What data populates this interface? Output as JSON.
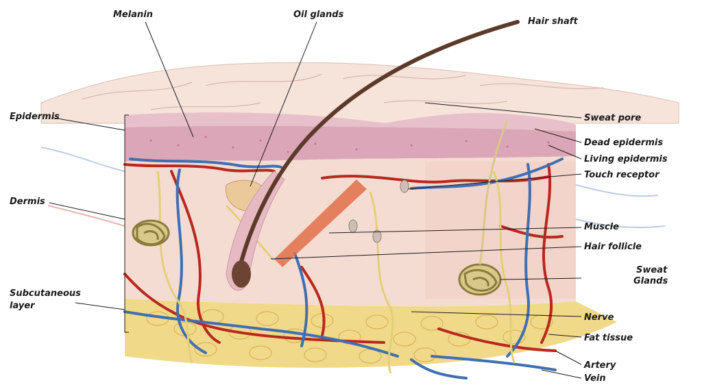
{
  "labels": {
    "melanin": "Melanin",
    "oil_glands": "Oil glands",
    "hair_shaft": "Hair shaft",
    "epidermis": "Epidermis",
    "dermis": "Dermis",
    "subcutaneous_1": "Subcutaneous",
    "subcutaneous_2": "layer",
    "sweat_pore": "Sweat pore",
    "dead_epidermis": "Dead epidermis",
    "living_epidermis": "Living epidermis",
    "touch_receptor": "Touch receptor",
    "muscle": "Muscle",
    "hair_follicle": "Hair follicle",
    "sweat_glands_1": "Sweat",
    "sweat_glands_2": "Glands",
    "nerve": "Nerve",
    "fat_tissue": "Fat tissue",
    "artery": "Artery",
    "vein": "Vein"
  },
  "colors": {
    "epidermis": "#d9a3b0",
    "dermis": "#f3d7cc",
    "fat": "#efd27a",
    "artery": "#b8281f",
    "vein": "#3f6fb3",
    "nerve": "#e2cf78",
    "hair": "#5b3a2a",
    "muscle": "#e0704a"
  }
}
